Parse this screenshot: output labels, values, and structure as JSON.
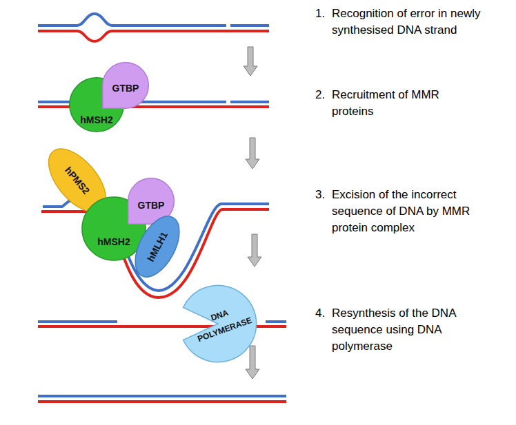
{
  "diagram": {
    "nodes": [
      {
        "text": [
          "GTBP"
        ]
      },
      {
        "text": [
          "hMSH2"
        ]
      },
      {
        "text": [
          "hPMS2"
        ]
      },
      {
        "text": [
          "GTBP"
        ]
      },
      {
        "text": [
          "hMSH2"
        ]
      },
      {
        "text": [
          "hMLH1"
        ]
      },
      {
        "text": [
          "DNA POLYMERASE"
        ]
      }
    ],
    "labels": [
      "1.",
      "Recognition of error in newly synthesised DNA strand",
      "2.",
      "Recruitment of MMR proteins",
      "3.",
      "Excision of the incorrect sequence of DNA by MMR protein complex",
      "4.",
      "Resynthesis of the DNA sequence using DNA polymerase"
    ]
  }
}
